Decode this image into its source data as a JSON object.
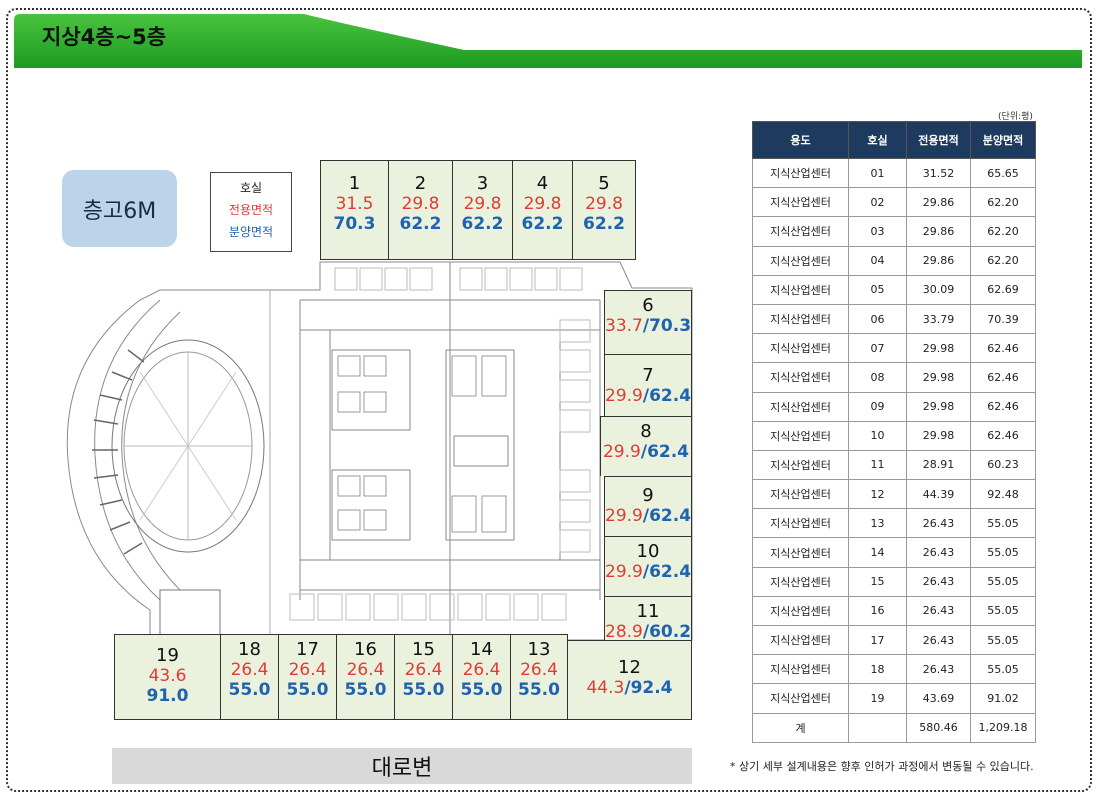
{
  "header": {
    "title": "지상4층~5층"
  },
  "legend": {
    "unit": "호실",
    "exclusive": "전용면적",
    "sale": "분양면적"
  },
  "ceiling": "층고6M",
  "road_label": "대로변",
  "units": {
    "u1": {
      "no": "1",
      "ex": "31.5",
      "sp": "70.3"
    },
    "u2": {
      "no": "2",
      "ex": "29.8",
      "sp": "62.2"
    },
    "u3": {
      "no": "3",
      "ex": "29.8",
      "sp": "62.2"
    },
    "u4": {
      "no": "4",
      "ex": "29.8",
      "sp": "62.2"
    },
    "u5": {
      "no": "5",
      "ex": "29.8",
      "sp": "62.2"
    },
    "u6": {
      "no": "6",
      "ex": "33.7",
      "sp": "70.3"
    },
    "u7": {
      "no": "7",
      "ex": "29.9",
      "sp": "62.4"
    },
    "u8": {
      "no": "8",
      "ex": "29.9",
      "sp": "62.4"
    },
    "u9": {
      "no": "9",
      "ex": "29.9",
      "sp": "62.4"
    },
    "u10": {
      "no": "10",
      "ex": "29.9",
      "sp": "62.4"
    },
    "u11": {
      "no": "11",
      "ex": "28.9",
      "sp": "60.2"
    },
    "u12": {
      "no": "12",
      "ex": "44.3",
      "sp": "92.4"
    },
    "u13": {
      "no": "13",
      "ex": "26.4",
      "sp": "55.0"
    },
    "u14": {
      "no": "14",
      "ex": "26.4",
      "sp": "55.0"
    },
    "u15": {
      "no": "15",
      "ex": "26.4",
      "sp": "55.0"
    },
    "u16": {
      "no": "16",
      "ex": "26.4",
      "sp": "55.0"
    },
    "u17": {
      "no": "17",
      "ex": "26.4",
      "sp": "55.0"
    },
    "u18": {
      "no": "18",
      "ex": "26.4",
      "sp": "55.0"
    },
    "u19": {
      "no": "19",
      "ex": "43.6",
      "sp": "91.0"
    }
  },
  "table": {
    "unit_note": "(단위:평)",
    "headers": [
      "용도",
      "호실",
      "전용면적",
      "분양면적"
    ],
    "rows": [
      [
        "지식산업센터",
        "01",
        "31.52",
        "65.65"
      ],
      [
        "지식산업센터",
        "02",
        "29.86",
        "62.20"
      ],
      [
        "지식산업센터",
        "03",
        "29.86",
        "62.20"
      ],
      [
        "지식산업센터",
        "04",
        "29.86",
        "62.20"
      ],
      [
        "지식산업센터",
        "05",
        "30.09",
        "62.69"
      ],
      [
        "지식산업센터",
        "06",
        "33.79",
        "70.39"
      ],
      [
        "지식산업센터",
        "07",
        "29.98",
        "62.46"
      ],
      [
        "지식산업센터",
        "08",
        "29.98",
        "62.46"
      ],
      [
        "지식산업센터",
        "09",
        "29.98",
        "62.46"
      ],
      [
        "지식산업센터",
        "10",
        "29.98",
        "62.46"
      ],
      [
        "지식산업센터",
        "11",
        "28.91",
        "60.23"
      ],
      [
        "지식산업센터",
        "12",
        "44.39",
        "92.48"
      ],
      [
        "지식산업센터",
        "13",
        "26.43",
        "55.05"
      ],
      [
        "지식산업센터",
        "14",
        "26.43",
        "55.05"
      ],
      [
        "지식산업센터",
        "15",
        "26.43",
        "55.05"
      ],
      [
        "지식산업센터",
        "16",
        "26.43",
        "55.05"
      ],
      [
        "지식산업센터",
        "17",
        "26.43",
        "55.05"
      ],
      [
        "지식산업센터",
        "18",
        "26.43",
        "55.05"
      ],
      [
        "지식산업센터",
        "19",
        "43.69",
        "91.02"
      ]
    ],
    "total": [
      "계",
      "",
      "580.46",
      "1,209.18"
    ]
  },
  "footnote": "* 상기 세부 설계내용은 향후 인허가 과정에서 변동될 수 있습니다.",
  "colors": {
    "banner_green": "#22a82a",
    "unit_fill": "#eaf1dc",
    "exclusive_red": "#e53935",
    "sale_blue": "#1e62b0",
    "table_header": "#1f3a5f"
  }
}
